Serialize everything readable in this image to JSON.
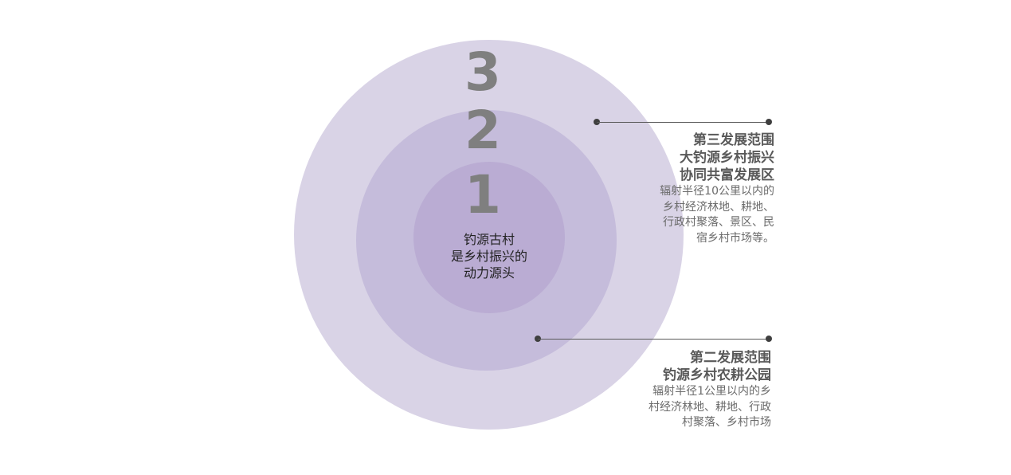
{
  "diagram": {
    "type": "concentric-circles",
    "rings": [
      {
        "number": "3",
        "color": "#d9d3e6"
      },
      {
        "number": "2",
        "color": "#c5bcdb"
      },
      {
        "number": "1",
        "color": "#baacd3"
      }
    ],
    "center": {
      "lines": [
        "钓源古村",
        "是乡村振兴的",
        "动力源头"
      ]
    },
    "callouts": [
      {
        "id": "third-range",
        "title_lines": [
          "第三发展范围",
          "大钓源乡村振兴",
          "协同共富发展区"
        ],
        "body_lines": [
          "辐射半径10公里以内的",
          "乡村经济林地、耕地、",
          "行政村聚落、景区、民",
          "宿乡村市场等。"
        ]
      },
      {
        "id": "second-range",
        "title_lines": [
          "第二发展范围",
          "钓源乡村农耕公园"
        ],
        "body_lines": [
          "辐射半径1公里以内的乡",
          "村经济林地、耕地、行政",
          "村聚落、乡村市场"
        ]
      }
    ],
    "colors": {
      "number_text": "#7f7f7f",
      "leader_line": "#595959",
      "title_text": "#595959",
      "body_text": "#6b6b6b",
      "center_text": "#222222"
    }
  }
}
